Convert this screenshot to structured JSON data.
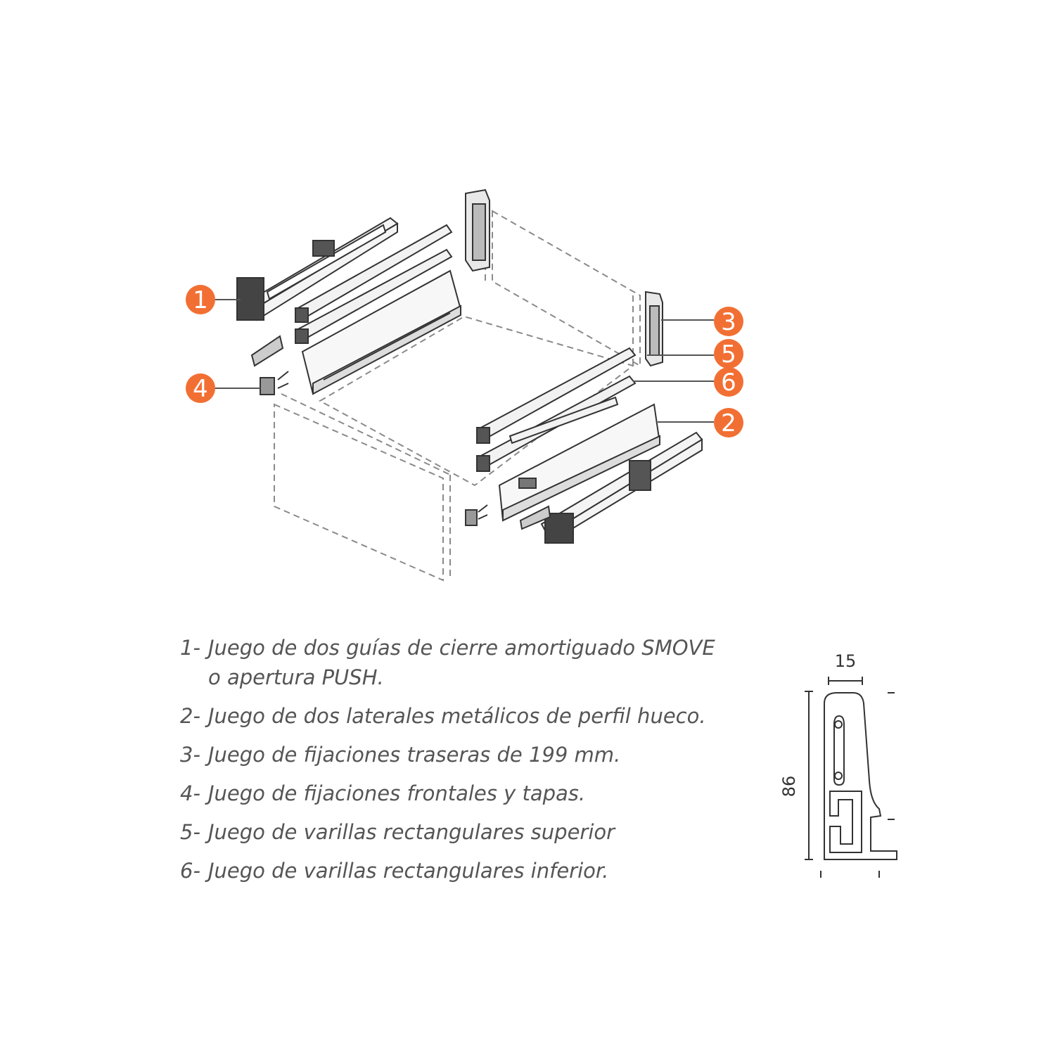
{
  "callouts": [
    {
      "id": "1",
      "label": "1"
    },
    {
      "id": "2",
      "label": "2"
    },
    {
      "id": "3",
      "label": "3"
    },
    {
      "id": "4",
      "label": "4"
    },
    {
      "id": "5",
      "label": "5"
    },
    {
      "id": "6",
      "label": "6"
    }
  ],
  "legend": [
    {
      "num": "1-",
      "lines": [
        "Juego de dos guías de cierre amortiguado SMOVE",
        "o apertura PUSH."
      ]
    },
    {
      "num": "2-",
      "lines": [
        "Juego de dos laterales metálicos de perfil hueco."
      ]
    },
    {
      "num": "3-",
      "lines": [
        "Juego de fijaciones traseras de 199 mm."
      ]
    },
    {
      "num": "4-",
      "lines": [
        "Juego de fijaciones frontales y tapas."
      ]
    },
    {
      "num": "5-",
      "lines": [
        "Juego de varillas rectangulares superior"
      ]
    },
    {
      "num": "6-",
      "lines": [
        "Juego de varillas rectangulares inferior."
      ]
    }
  ],
  "profile": {
    "width_label": "15",
    "height_label": "86"
  },
  "colors": {
    "callout": "#f26f33",
    "line": "#444444",
    "dashed": "#888888",
    "text": "#555555"
  }
}
